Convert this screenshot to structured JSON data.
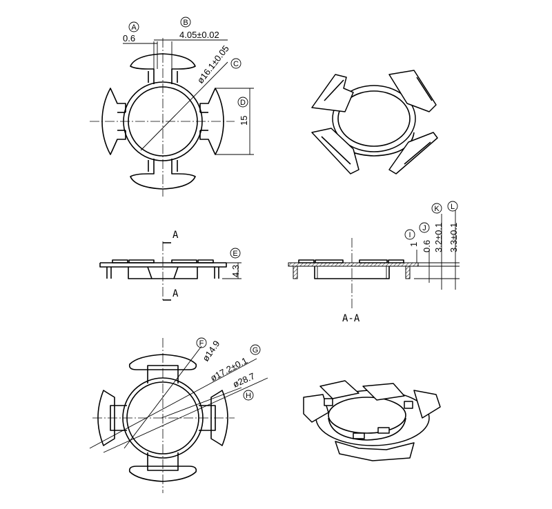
{
  "callouts": {
    "a": "A",
    "b": "B",
    "c": "C",
    "d": "D",
    "e": "E",
    "f": "F",
    "g": "G",
    "h": "H",
    "i": "I",
    "j": "J",
    "k": "K",
    "l": "L"
  },
  "dimensions": {
    "slot_width": "0.6",
    "tab_width": "4.05±0.02",
    "inner_diameter_top": "ø16.1±0.05",
    "height_d": "15",
    "thickness_e": "4.3",
    "dim_i": "1",
    "dim_j": "0.6",
    "dim_k": "3.2±0.1",
    "dim_l": "3.3±0.1",
    "dia_f": "ø14.9",
    "dia_g": "ø17.2±0.1",
    "dia_h": "ø28.7"
  },
  "section": {
    "cut_label_top": "A",
    "cut_label_bottom": "A",
    "section_title": "A-A"
  }
}
